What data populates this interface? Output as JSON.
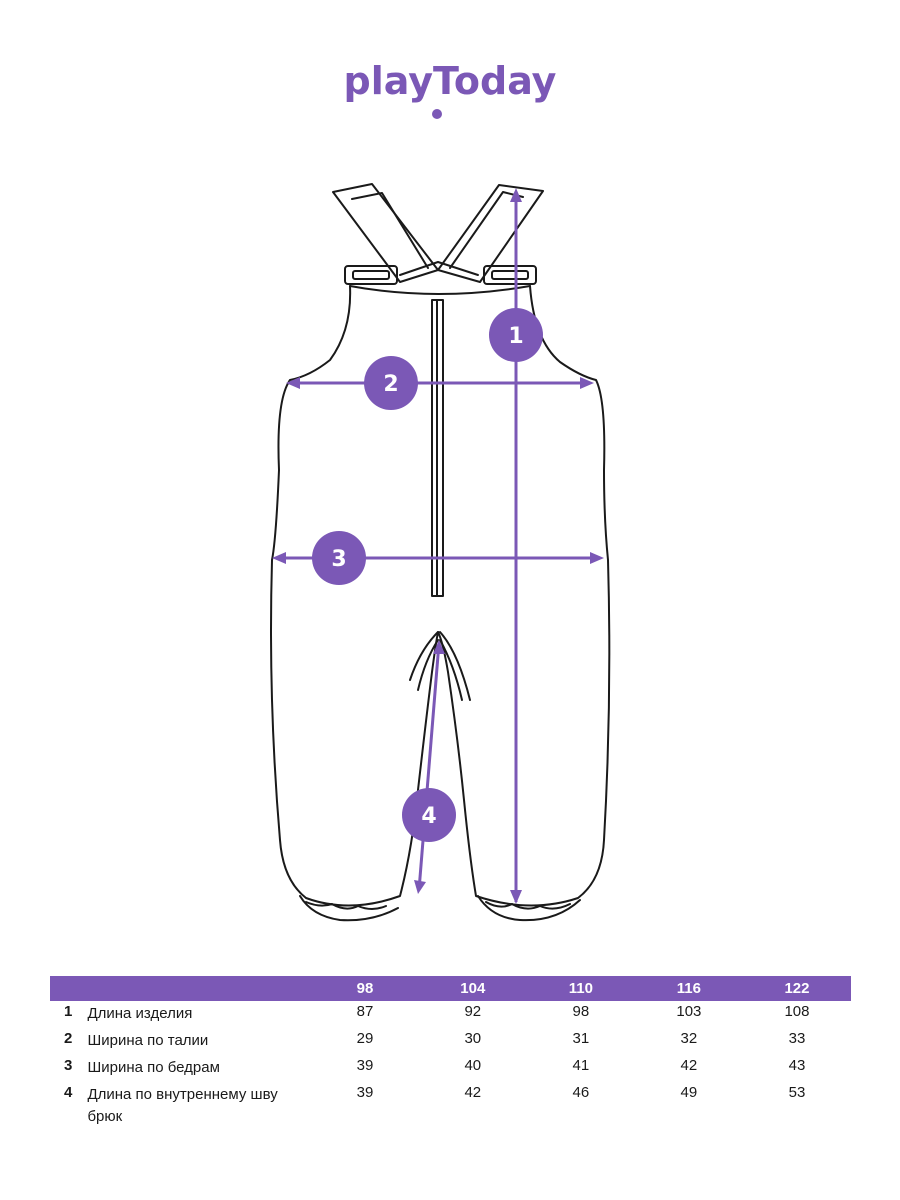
{
  "brand": {
    "name": "playToday",
    "accent": "#7b58b6"
  },
  "markers": [
    {
      "id": "1",
      "label": "1"
    },
    {
      "id": "2",
      "label": "2"
    },
    {
      "id": "3",
      "label": "3"
    },
    {
      "id": "4",
      "label": "4"
    }
  ],
  "table": {
    "sizes": [
      "98",
      "104",
      "110",
      "116",
      "122"
    ],
    "rows": [
      {
        "num": "1",
        "name": "Длина изделия",
        "values": [
          "87",
          "92",
          "98",
          "103",
          "108"
        ]
      },
      {
        "num": "2",
        "name": "Ширина по талии",
        "values": [
          "29",
          "30",
          "31",
          "32",
          "33"
        ]
      },
      {
        "num": "3",
        "name": "Ширина по бедрам",
        "values": [
          "39",
          "40",
          "41",
          "42",
          "43"
        ]
      },
      {
        "num": "4",
        "name": "Длина по внутреннему шву брюк",
        "values": [
          "39",
          "42",
          "46",
          "49",
          "53"
        ]
      }
    ]
  }
}
